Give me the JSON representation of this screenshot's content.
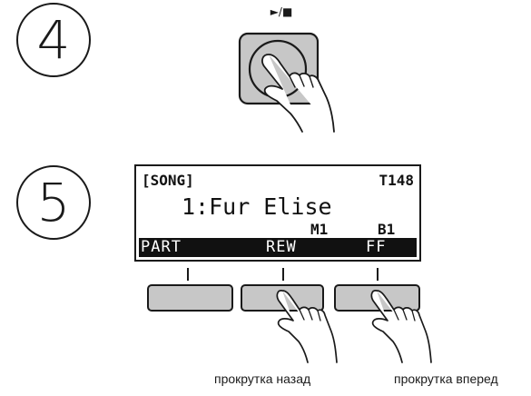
{
  "steps": [
    {
      "number": "4"
    },
    {
      "number": "5"
    }
  ],
  "play_stop": {
    "label": "►/■"
  },
  "lcd": {
    "mode": "[SONG]",
    "tempo": "T148",
    "song": "1:Fur Elise",
    "measure": "M1",
    "beat": "B1",
    "soft_keys": [
      "PART",
      "REW",
      "FF"
    ]
  },
  "captions": {
    "rewind": "прокрутка назад",
    "fast_forward": "прокрутка вперед"
  },
  "colors": {
    "ink": "#1a1a1a",
    "button_fill": "#c7c7c7",
    "lcd_bar": "#111111"
  }
}
